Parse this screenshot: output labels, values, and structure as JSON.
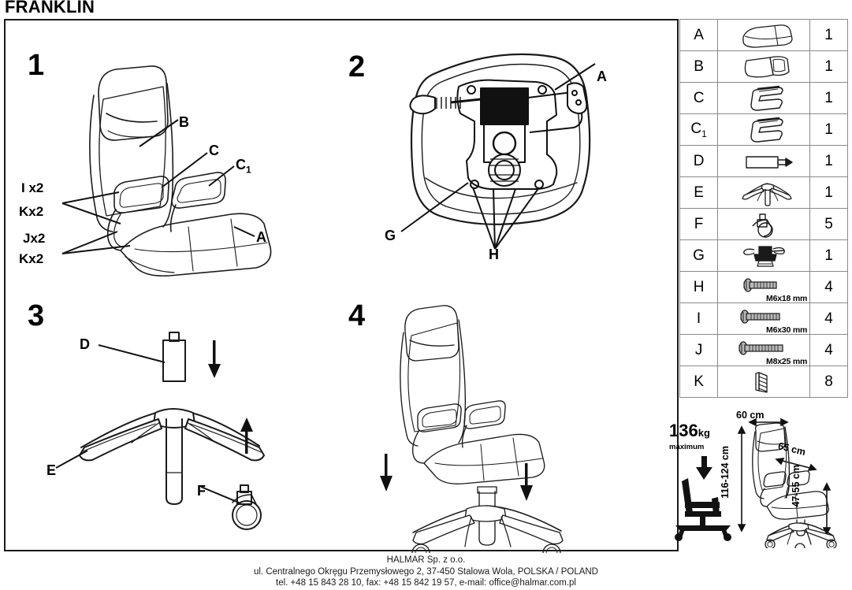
{
  "title": "FRANKLIN",
  "steps": [
    {
      "number": "1",
      "labels": [
        "B",
        "C",
        "C1",
        "A",
        "I x2",
        "K x2",
        "J x2",
        "K x2"
      ]
    },
    {
      "number": "2",
      "labels": [
        "A",
        "G",
        "H"
      ]
    },
    {
      "number": "3",
      "labels": [
        "D",
        "E",
        "F"
      ]
    },
    {
      "number": "4",
      "labels": []
    }
  ],
  "step_labels": {
    "s1_B": "B",
    "s1_C": "C",
    "s1_C1_main": "C",
    "s1_C1_sub": "1",
    "s1_A": "A",
    "s1_I": "I",
    "s1_Ix": "x2",
    "s1_K1": "K",
    "s1_K1x": "x2",
    "s1_J": "J",
    "s1_Jx": "x2",
    "s1_K2": "K",
    "s1_K2x": "x2",
    "s2_A": "A",
    "s2_G": "G",
    "s2_H": "H",
    "s3_D": "D",
    "s3_E": "E",
    "s3_F": "F"
  },
  "parts_table": {
    "rows": [
      {
        "letter": "A",
        "sub": "",
        "icon": "seat-cushion-icon",
        "qty": "1",
        "size": ""
      },
      {
        "letter": "B",
        "sub": "",
        "icon": "backrest-icon",
        "qty": "1",
        "size": ""
      },
      {
        "letter": "C",
        "sub": "",
        "icon": "armrest-left-icon",
        "qty": "1",
        "size": ""
      },
      {
        "letter": "C",
        "sub": "1",
        "icon": "armrest-right-icon",
        "qty": "1",
        "size": ""
      },
      {
        "letter": "D",
        "sub": "",
        "icon": "gas-lift-icon",
        "qty": "1",
        "size": ""
      },
      {
        "letter": "E",
        "sub": "",
        "icon": "star-base-icon",
        "qty": "1",
        "size": ""
      },
      {
        "letter": "F",
        "sub": "",
        "icon": "caster-wheel-icon",
        "qty": "5",
        "size": ""
      },
      {
        "letter": "G",
        "sub": "",
        "icon": "tilt-mechanism-icon",
        "qty": "1",
        "size": ""
      },
      {
        "letter": "H",
        "sub": "",
        "icon": "bolt-icon",
        "qty": "4",
        "size": "M6x18 mm"
      },
      {
        "letter": "I",
        "sub": "",
        "icon": "bolt-icon",
        "qty": "4",
        "size": "M6x30 mm"
      },
      {
        "letter": "J",
        "sub": "",
        "icon": "bolt-icon",
        "qty": "4",
        "size": "M8x25 mm"
      },
      {
        "letter": "K",
        "sub": "",
        "icon": "washer-stack-icon",
        "qty": "8",
        "size": ""
      }
    ]
  },
  "spec": {
    "weight_value": "136",
    "weight_unit": "kg",
    "weight_caption": "maximum",
    "width_cm": "60 cm",
    "depth_cm": "65 cm",
    "height_cm": "116-124 cm",
    "seat_height_cm": "47-55 cm"
  },
  "footer": {
    "line1": "HALMAR Sp. z o.o.",
    "line2": "ul. Centralnego Okręgu Przemysłowego 2, 37-450 Stalowa Wola, POLSKA / POLAND",
    "line3": "tel. +48 15 843 28 10, fax: +48 15 842 19 57, e-mail: office@halmar.com.pl"
  },
  "colors": {
    "ink": "#1a1a1a",
    "grid": "#8a8a8a"
  }
}
